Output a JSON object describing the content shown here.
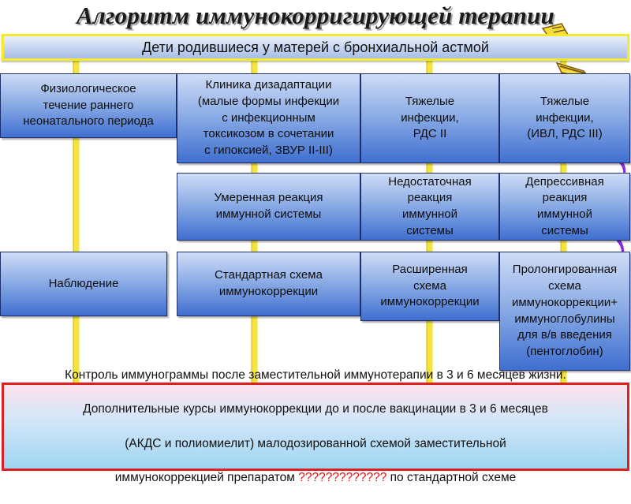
{
  "title": "Алгоритм иммунокорригирующей терапии",
  "banner": "Дети родившиеся у матерей с бронхиальной астмой",
  "columns": {
    "physiological": {
      "course": "Физиологическое\nтечение раннего\nнеонатального периода",
      "action": "Наблюдение"
    },
    "maladaptation": {
      "clinic": "Клиника  дизадаптации\n(малые формы инфекции\nс инфекционным\nтоксикозом в сочетании\nс гипоксией,  ЗВУР II-III)",
      "reaction": "Умеренная  реакция\nиммунной  системы",
      "scheme": "Стандартная схема\nиммунокоррекции"
    },
    "severe_infections": {
      "clinic": "Тяжелые\nинфекции,\nРДС II",
      "reaction": "Недостаточная\nреакция\nиммунной\nсистемы",
      "scheme": "Расширенная\nсхема\nиммунокоррекции"
    },
    "critical": {
      "clinic": "Тяжелые\nинфекции,\n(ИВЛ, РДС III)",
      "reaction": "Депрессивная\nреакция\nиммунной\nсистемы",
      "scheme": "Пролонгированная\nсхема\nиммунокоррекции+\nиммуноглобулины\nдля  в/в  введения\n(пентоглобин)"
    }
  },
  "control": {
    "line1": "Контроль  иммунограммы   после  заместительной  иммунотерапии  в 3 и 6 месяцев жизни.",
    "line2": "Дополнительные  курсы иммунокоррекции   до и после  вакцинации  в 3 и 6 месяцев",
    "line3": "(АКДС и полиомиелит)  малодозированной  схемой заместительной",
    "line4_prefix": "иммунокоррекцией  препаратом  ",
    "line4_marks": "?????????????",
    "line4_suffix": " по стандартной схеме"
  },
  "colors": {
    "banner_border": "#f2ea2a",
    "connector": "#f5e43a",
    "box_border": "#1f2f6e",
    "box_gradient_top": "#cfdcf6",
    "box_gradient_bottom": "#3f6fd0",
    "control_border": "#e02020",
    "accent_purple": "#8a2be2",
    "question_marks": "#e01010"
  }
}
